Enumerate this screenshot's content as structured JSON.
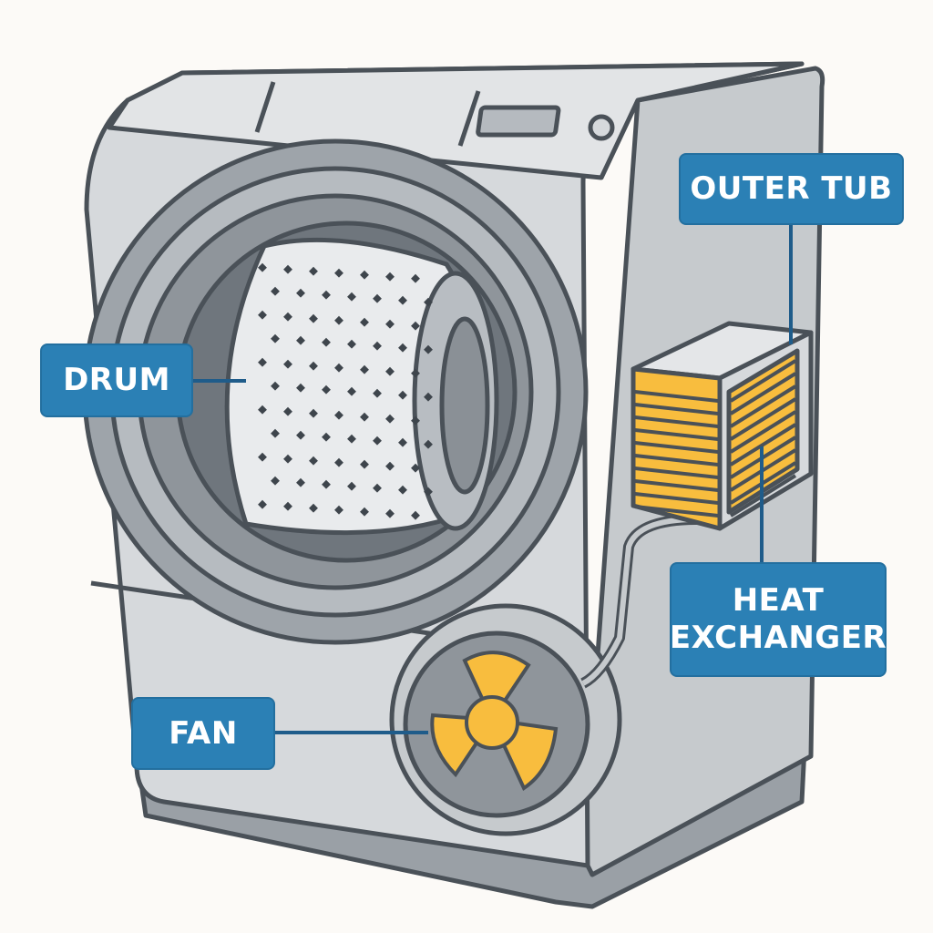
{
  "labels": {
    "outer_tub": "OUTER TUB",
    "drum": "DRUM",
    "heat_exchanger_line1": "HEAT",
    "heat_exchanger_line2": "EXCHANGER",
    "fan": "FAN"
  },
  "colors": {
    "label_bg": "#2b80b5",
    "leader_line": "#1f5c8a",
    "accent_yellow": "#f8bd3e",
    "body_gray": "#d6d9dc",
    "outline": "#4a5158"
  }
}
